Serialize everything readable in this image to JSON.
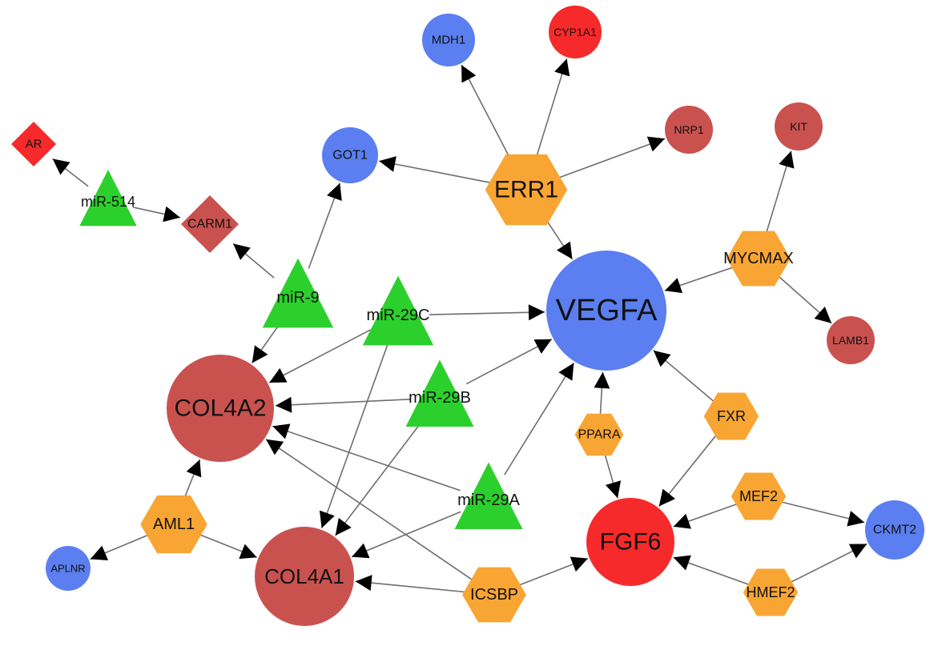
{
  "colors": {
    "blue": "#5b7ff0",
    "red": "#f62a2a",
    "brick": "#c9524f",
    "orange": "#f8a533",
    "green": "#2cd02c",
    "edge": "#6e6e6e",
    "arrow": "#000000"
  },
  "nodes": [
    {
      "id": "MDH1",
      "label": "MDH1",
      "shape": "circle",
      "color": "blue"
    },
    {
      "id": "CYP1A1",
      "label": "CYP1A1",
      "shape": "circle",
      "color": "red"
    },
    {
      "id": "NRP1",
      "label": "NRP1",
      "shape": "circle",
      "color": "brick"
    },
    {
      "id": "KIT",
      "label": "KIT",
      "shape": "circle",
      "color": "brick"
    },
    {
      "id": "AR",
      "label": "AR",
      "shape": "diamond",
      "color": "red"
    },
    {
      "id": "GOT1",
      "label": "GOT1",
      "shape": "circle",
      "color": "blue"
    },
    {
      "id": "ERR1",
      "label": "ERR1",
      "shape": "hexagon",
      "color": "orange"
    },
    {
      "id": "miR-514",
      "label": "miR-514",
      "shape": "triangle",
      "color": "green"
    },
    {
      "id": "CARM1",
      "label": "CARM1",
      "shape": "diamond",
      "color": "brick"
    },
    {
      "id": "MYCMAX",
      "label": "MYCMAX",
      "shape": "hexagon",
      "color": "orange"
    },
    {
      "id": "miR-9",
      "label": "miR-9",
      "shape": "triangle",
      "color": "green"
    },
    {
      "id": "miR-29C",
      "label": "miR-29C",
      "shape": "triangle",
      "color": "green"
    },
    {
      "id": "VEGFA",
      "label": "VEGFA",
      "shape": "circle",
      "color": "blue"
    },
    {
      "id": "LAMB1",
      "label": "LAMB1",
      "shape": "circle",
      "color": "brick"
    },
    {
      "id": "COL4A2",
      "label": "COL4A2",
      "shape": "circle",
      "color": "brick"
    },
    {
      "id": "miR-29B",
      "label": "miR-29B",
      "shape": "triangle",
      "color": "green"
    },
    {
      "id": "PPARA",
      "label": "PPARA",
      "shape": "hexagon",
      "color": "orange"
    },
    {
      "id": "FXR",
      "label": "FXR",
      "shape": "hexagon",
      "color": "orange"
    },
    {
      "id": "miR-29A",
      "label": "miR-29A",
      "shape": "triangle",
      "color": "green"
    },
    {
      "id": "MEF2",
      "label": "MEF2",
      "shape": "hexagon",
      "color": "orange"
    },
    {
      "id": "AML1",
      "label": "AML1",
      "shape": "hexagon",
      "color": "orange"
    },
    {
      "id": "CKMT2",
      "label": "CKMT2",
      "shape": "circle",
      "color": "blue"
    },
    {
      "id": "FGF6",
      "label": "FGF6",
      "shape": "circle",
      "color": "red"
    },
    {
      "id": "APLNR",
      "label": "APLNR",
      "shape": "circle",
      "color": "blue"
    },
    {
      "id": "COL4A1",
      "label": "COL4A1",
      "shape": "circle",
      "color": "brick"
    },
    {
      "id": "ICSBP",
      "label": "ICSBP",
      "shape": "hexagon",
      "color": "orange"
    },
    {
      "id": "HMEF2",
      "label": "HMEF2",
      "shape": "hexagon",
      "color": "orange"
    }
  ],
  "edges": [
    {
      "from": "ERR1",
      "to": "MDH1"
    },
    {
      "from": "ERR1",
      "to": "CYP1A1"
    },
    {
      "from": "ERR1",
      "to": "NRP1"
    },
    {
      "from": "ERR1",
      "to": "GOT1"
    },
    {
      "from": "ERR1",
      "to": "VEGFA"
    },
    {
      "from": "miR-514",
      "to": "AR"
    },
    {
      "from": "miR-514",
      "to": "CARM1"
    },
    {
      "from": "miR-9",
      "to": "CARM1"
    },
    {
      "from": "miR-9",
      "to": "GOT1"
    },
    {
      "from": "miR-9",
      "to": "COL4A2"
    },
    {
      "from": "MYCMAX",
      "to": "KIT"
    },
    {
      "from": "MYCMAX",
      "to": "VEGFA"
    },
    {
      "from": "MYCMAX",
      "to": "LAMB1"
    },
    {
      "from": "miR-29C",
      "to": "VEGFA"
    },
    {
      "from": "miR-29C",
      "to": "COL4A2"
    },
    {
      "from": "miR-29C",
      "to": "COL4A1"
    },
    {
      "from": "miR-29B",
      "to": "VEGFA"
    },
    {
      "from": "miR-29B",
      "to": "COL4A2"
    },
    {
      "from": "miR-29B",
      "to": "COL4A1"
    },
    {
      "from": "miR-29A",
      "to": "VEGFA"
    },
    {
      "from": "miR-29A",
      "to": "COL4A2"
    },
    {
      "from": "miR-29A",
      "to": "COL4A1"
    },
    {
      "from": "PPARA",
      "to": "VEGFA"
    },
    {
      "from": "PPARA",
      "to": "FGF6"
    },
    {
      "from": "FXR",
      "to": "VEGFA"
    },
    {
      "from": "FXR",
      "to": "FGF6"
    },
    {
      "from": "MEF2",
      "to": "FGF6"
    },
    {
      "from": "MEF2",
      "to": "CKMT2"
    },
    {
      "from": "HMEF2",
      "to": "FGF6"
    },
    {
      "from": "HMEF2",
      "to": "CKMT2"
    },
    {
      "from": "AML1",
      "to": "COL4A2"
    },
    {
      "from": "AML1",
      "to": "APLNR"
    },
    {
      "from": "AML1",
      "to": "COL4A1"
    },
    {
      "from": "ICSBP",
      "to": "COL4A1"
    },
    {
      "from": "ICSBP",
      "to": "COL4A2"
    },
    {
      "from": "ICSBP",
      "to": "FGF6"
    }
  ]
}
